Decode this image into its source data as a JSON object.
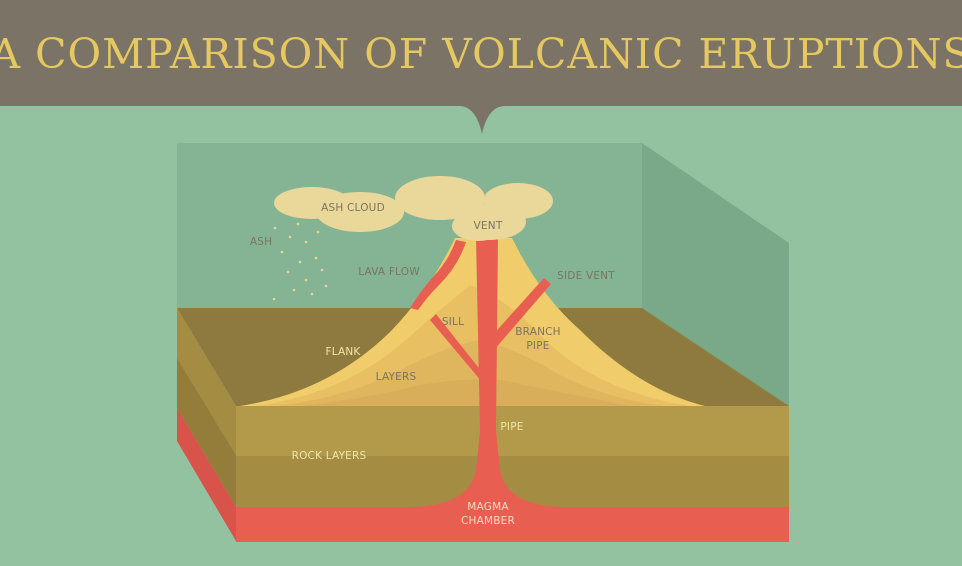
{
  "header": {
    "title": "A COMPARISON OF VOLCANIC ERUPTIONS"
  },
  "labels": {
    "ash_cloud": "ASH CLOUD",
    "ash": "ASH",
    "vent": "VENT",
    "lava_flow": "LAVA FLOW",
    "side_vent": "SIDE VENT",
    "sill": "SILL",
    "branch_pipe_line1": "BRANCH",
    "branch_pipe_line2": "PIPE",
    "flank": "FLANK",
    "layers": "LAYERS",
    "pipe": "PIPE",
    "rock_layers": "ROCK LAYERS",
    "magma_chamber_line1": "MAGMA",
    "magma_chamber_line2": "CHAMBER"
  },
  "colors": {
    "background": "#93c2a0",
    "header_band": "#7b7466",
    "title_text": "#e6c860",
    "magma": "#e85f52",
    "volcano_light": "#f0cc6a",
    "volcano_mid": "#e4bb62",
    "earth_top": "#8e7a3e",
    "rock_layer": "#b39a4a",
    "ash_cloud": "#ead79a"
  }
}
